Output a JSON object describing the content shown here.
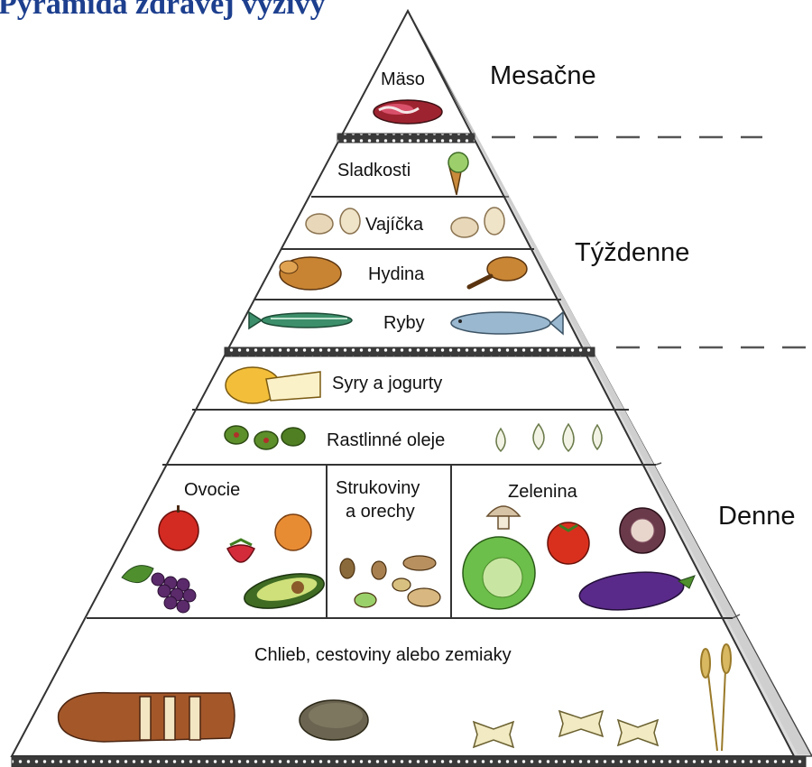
{
  "title": "Pyramída zdravej výživy",
  "frequencies": {
    "monthly": "Mesačne",
    "weekly": "Týždenne",
    "daily": "Denne"
  },
  "tiers": {
    "meat": "Mäso",
    "sweets": "Sladkosti",
    "eggs": "Vajíčka",
    "poultry": "Hydina",
    "fish": "Ryby",
    "cheese": "Syry a jogurty",
    "oils": "Rastlinné oleje",
    "fruit": "Ovocie",
    "legumes_line1": "Strukoviny",
    "legumes_line2": "a orechy",
    "vegetables": "Zelenina",
    "grains": "Chlieb, cestoviny alebo zemiaky"
  },
  "colors": {
    "title": "#1d3f8e",
    "outline": "#333333",
    "dashes": "#555555"
  }
}
